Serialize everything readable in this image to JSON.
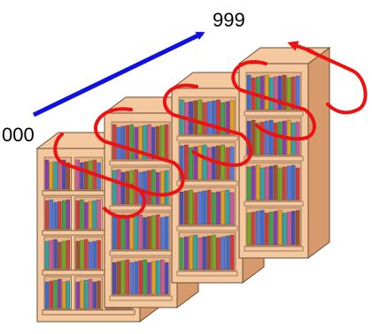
{
  "labels": {
    "start": "000",
    "end": "999"
  },
  "colors": {
    "arrow": "#1010e0",
    "path": "#ee1111",
    "wood": "#f5c9a0",
    "wood_dark": "#d79a6c",
    "wood_shade": "#e8b488",
    "outline": "#6b4a2f"
  },
  "bookcases": [
    {
      "name": "bookcase-1"
    },
    {
      "name": "bookcase-2"
    },
    {
      "name": "bookcase-3"
    },
    {
      "name": "bookcase-4"
    }
  ]
}
